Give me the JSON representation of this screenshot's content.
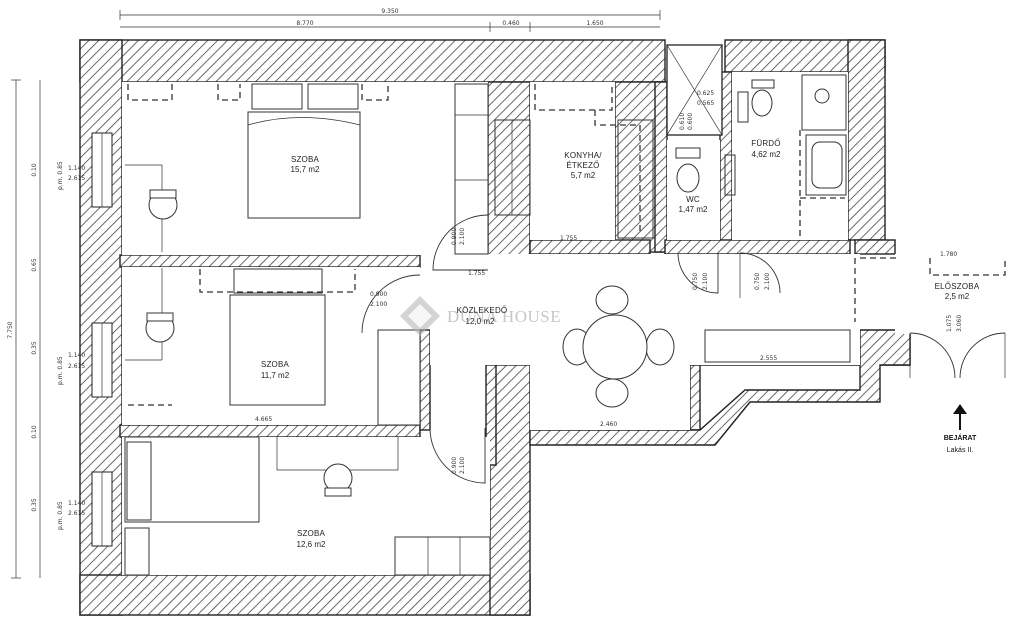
{
  "overall_dims": {
    "top_total": "9.350",
    "top_segments": [
      "8.770",
      "0.460",
      "1.650"
    ],
    "left_total": "7.750",
    "left_segments": [
      "0.65",
      "0.10",
      "0.35",
      "0.10",
      "0.35"
    ]
  },
  "rooms": [
    {
      "id": "szoba-1",
      "name": "SZOBA",
      "area": "15,7 m2"
    },
    {
      "id": "szoba-2",
      "name": "SZOBA",
      "area": "11,7 m2"
    },
    {
      "id": "szoba-3",
      "name": "SZOBA",
      "area": "12,6 m2"
    },
    {
      "id": "konyha",
      "name": "KONYHA/",
      "name2": "ÉTKEZŐ",
      "area": "5,7 m2"
    },
    {
      "id": "wc",
      "name": "WC",
      "area": "1,47 m2"
    },
    {
      "id": "furdo",
      "name": "FÜRDŐ",
      "area": "4,62 m2"
    },
    {
      "id": "kozlekedo",
      "name": "KÖZLEKEDŐ",
      "area": "12,0 m2"
    },
    {
      "id": "eloszoba",
      "name": "ELŐSZOBA",
      "area": "2,5 m2"
    }
  ],
  "windows": [
    {
      "width": "1.140",
      "height": "2.615",
      "sill": "p.m. 0.85"
    },
    {
      "width": "1.140",
      "height": "2.615",
      "sill": "p.m. 0.85"
    },
    {
      "width": "1.140",
      "height": "2.615",
      "sill": "p.m. 0.85"
    }
  ],
  "doors": [
    {
      "w": "0.900",
      "h": "2.100"
    },
    {
      "w": "0.900",
      "h": "2.100"
    },
    {
      "w": "0.900",
      "h": "2.100"
    },
    {
      "w": "0.750",
      "h": "2.100"
    },
    {
      "w": "0.750",
      "h": "2.100"
    },
    {
      "w": "1.075",
      "h": "3.060"
    }
  ],
  "misc_dims": {
    "shaft_a": "0.625",
    "shaft_b": "0.565",
    "shaft_c": "0.610",
    "shaft_d": "0.600",
    "d1": "1.755",
    "d2": "4.665",
    "d3": "2.460",
    "d4": "2.555",
    "d5": "1.755",
    "d6": "1.780"
  },
  "entrance": {
    "label": "BEJÁRAT",
    "sublabel": "Lakás II."
  },
  "watermark": "DUNA HOUSE",
  "colors": {
    "line": "#222222",
    "hatch": "#555555",
    "watermark": "#9a9a9a"
  }
}
